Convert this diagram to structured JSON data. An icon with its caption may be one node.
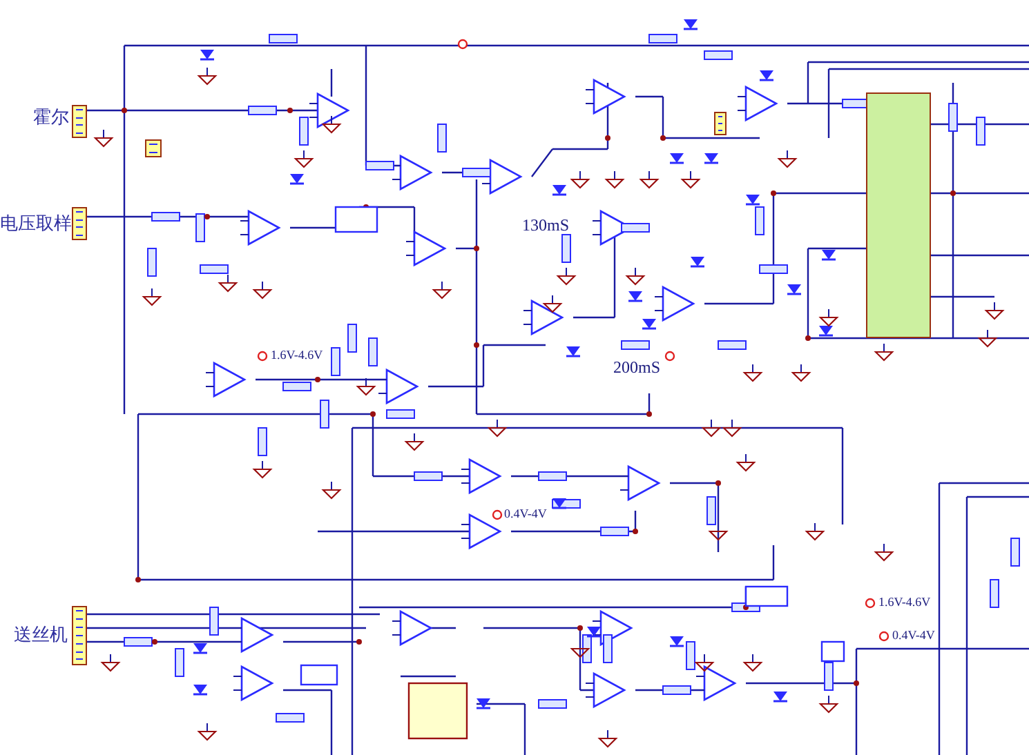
{
  "diagram": {
    "nodes": [
      {
        "text": [
          "霍尔"
        ]
      },
      {
        "text": [],
        "shape": "box"
      },
      {
        "text": [
          "电压取样"
        ]
      },
      {
        "text": [],
        "shape": "box"
      },
      {
        "text": [],
        "shape": "box"
      },
      {
        "text": [
          "送丝机"
        ]
      }
    ],
    "labels": [
      "130mS",
      "1.6V-4.6V",
      "200mS",
      "0.4V-4V",
      "1.6V-4.6V",
      "0.4V-4V"
    ]
  }
}
